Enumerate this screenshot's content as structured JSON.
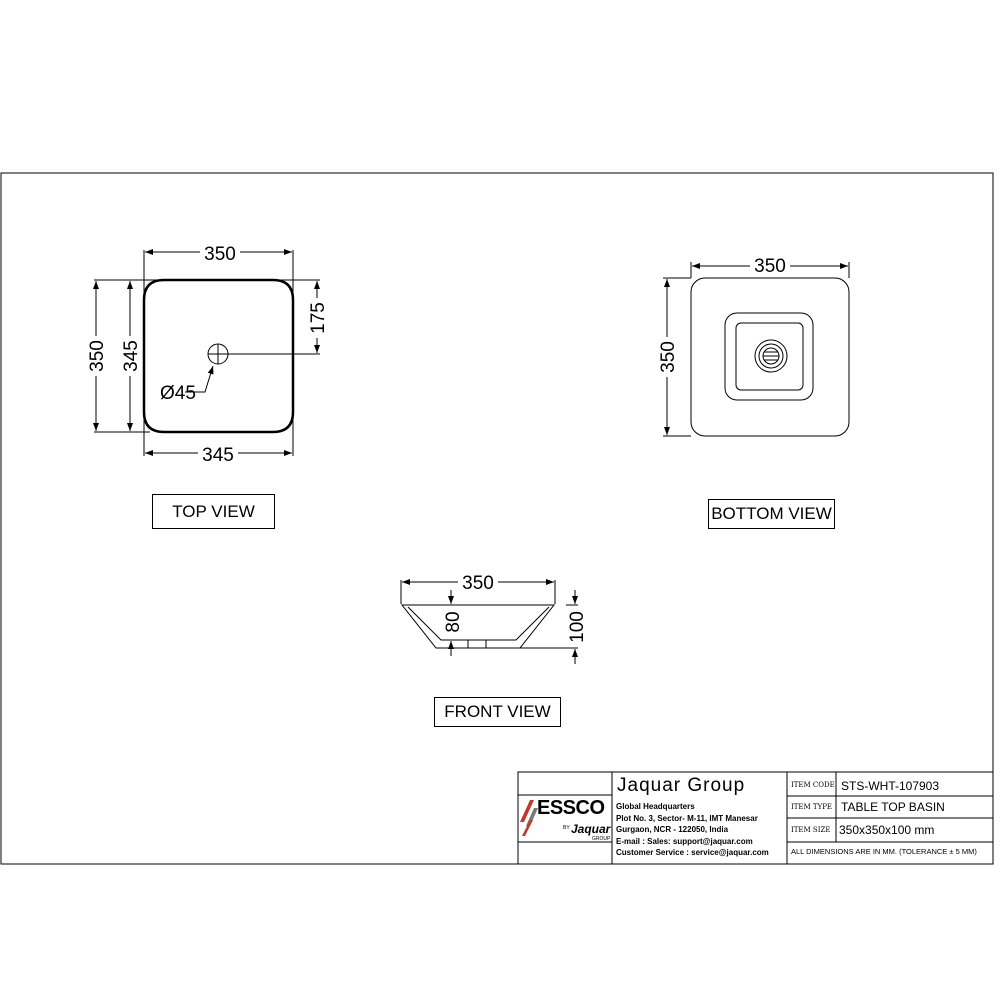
{
  "views": {
    "top": {
      "label": "TOP VIEW",
      "dims": {
        "top_width": "350",
        "bottom_width": "345",
        "outer_height": "350",
        "inner_height": "345",
        "hole_offset": "175",
        "hole_diameter": "Ø45"
      }
    },
    "bottom": {
      "label": "BOTTOM VIEW",
      "dims": {
        "width": "350",
        "height": "350"
      }
    },
    "front": {
      "label": "FRONT VIEW",
      "dims": {
        "width": "350",
        "inner_depth": "80",
        "height": "100"
      }
    }
  },
  "title_block": {
    "logo": {
      "brand": "ESSCO",
      "by": "BY",
      "sub": "Jaquar",
      "group": "GROUP"
    },
    "company": "Jaquar Group",
    "address": [
      "Global Headquarters",
      "Plot No. 3, Sector- M-11, IMT Manesar",
      "Gurgaon, NCR - 122050, India",
      "E-mail : Sales: support@jaquar.com",
      "Customer Service : service@jaquar.com"
    ],
    "fields": [
      {
        "label": "ITEM CODE",
        "value": "STS-WHT-107903"
      },
      {
        "label": "ITEM TYPE",
        "value": "TABLE TOP BASIN"
      },
      {
        "label": "ITEM SIZE",
        "value": "350x350x100 mm"
      }
    ],
    "note": "ALL DIMENSIONS ARE IN MM. (TOLERANCE ± 5 MM)"
  }
}
